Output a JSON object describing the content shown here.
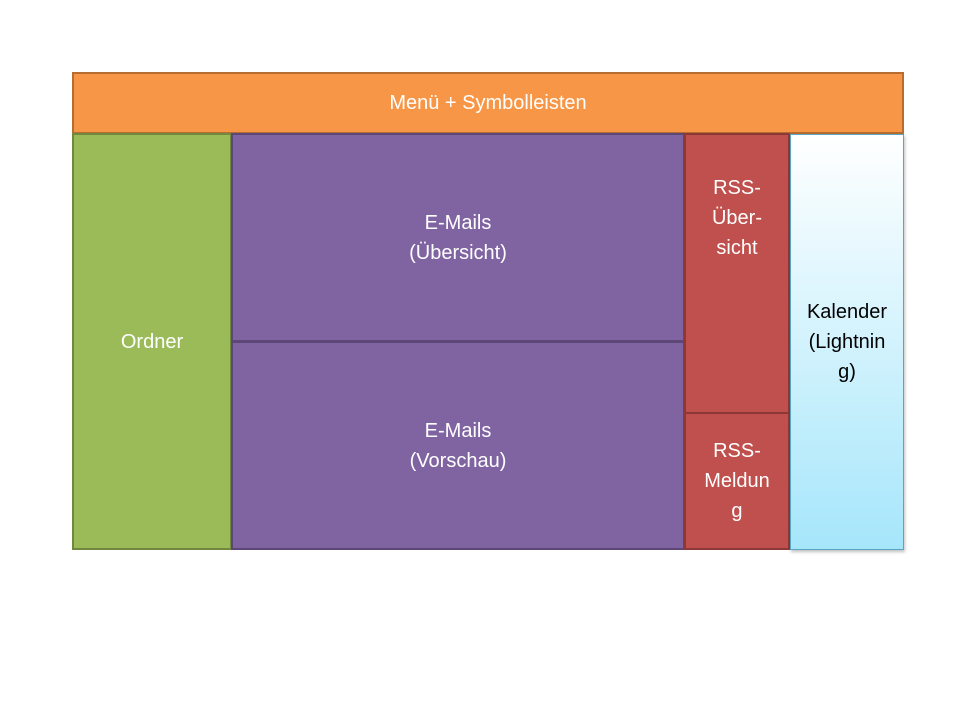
{
  "layout": {
    "menu": {
      "label": "Menü + Symbolleisten"
    },
    "folders": {
      "label": "Ordner"
    },
    "emails_overview": {
      "label": "E-Mails\n(Übersicht)"
    },
    "emails_preview": {
      "label": "E-Mails\n(Vorschau)"
    },
    "rss_overview": {
      "label": "RSS-\nÜber-\nsicht"
    },
    "rss_message": {
      "label": "RSS-\nMeldun\ng"
    },
    "calendar": {
      "label": "Kalender\n(Lightnin\ng)"
    }
  },
  "colors": {
    "menu": "#f79646",
    "folders": "#9bbb59",
    "emails": "#8064a2",
    "rss": "#c0504d",
    "calendar_top": "#ffffff",
    "calendar_bottom": "#a6e6fb"
  }
}
